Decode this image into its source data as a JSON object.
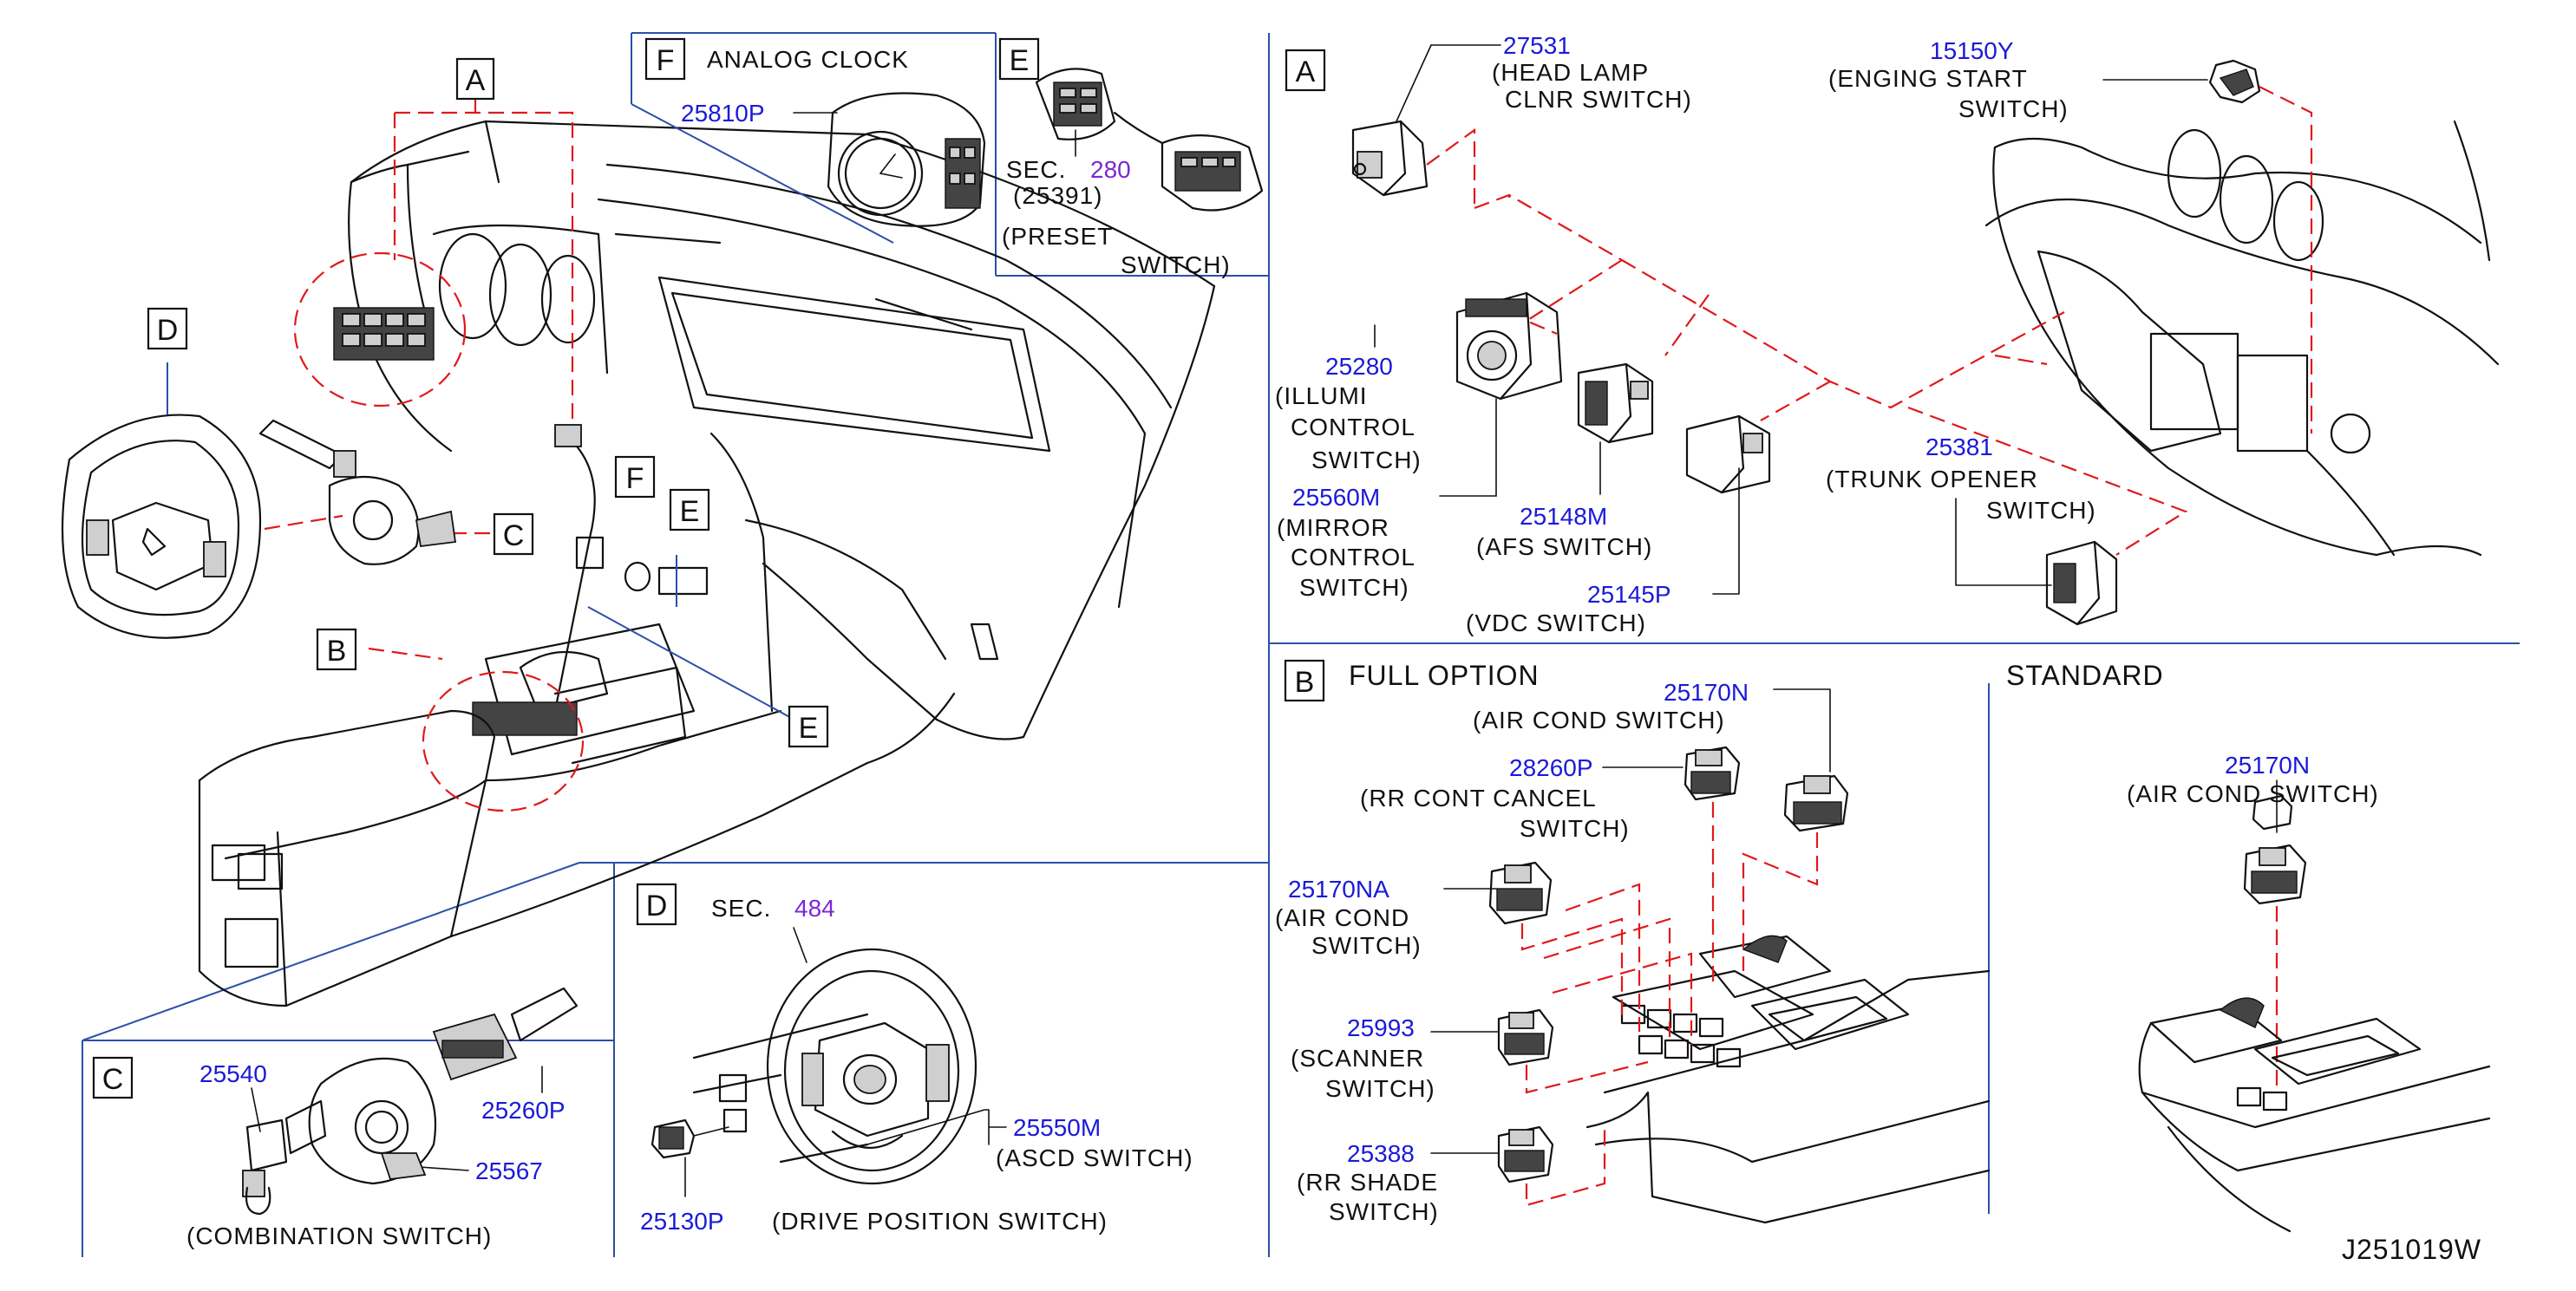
{
  "diagram_code": "J251019W",
  "overview": {
    "callout_A": "A",
    "callout_B": "B",
    "callout_C": "C",
    "callout_D": "D",
    "callout_F": "F",
    "callout_E1": "E",
    "callout_E2": "E"
  },
  "section_F": {
    "letter": "F",
    "title": "ANALOG   CLOCK",
    "part_number": "25810P"
  },
  "section_E": {
    "letter": "E",
    "sec_label": "SEC.",
    "sec_number": "280",
    "sec_sub": "(25391)",
    "label_line1": "(PRESET",
    "label_line2": "SWITCH)"
  },
  "section_A": {
    "letter": "A",
    "head_lamp": {
      "part_number": "27531",
      "line1": "(HEAD   LAMP",
      "line2": "CLNR   SWITCH)"
    },
    "engine_start": {
      "part_number": "15150Y",
      "line1": "(ENGING   START",
      "line2": "SWITCH)"
    },
    "illumi": {
      "part_number": "25280",
      "line1": "(ILLUMI",
      "line2": "CONTROL",
      "line3": "SWITCH)"
    },
    "mirror": {
      "part_number": "25560M",
      "line1": "(MIRROR",
      "line2": "CONTROL",
      "line3": "SWITCH)"
    },
    "afs": {
      "part_number": "25148M",
      "line1": "(AFS   SWITCH)"
    },
    "vdc": {
      "part_number": "25145P",
      "line1": "(VDC   SWITCH)"
    },
    "trunk": {
      "part_number": "25381",
      "line1": "(TRUNK   OPENER",
      "line2": "SWITCH)"
    }
  },
  "section_B": {
    "letter": "B",
    "full_option": "FULL   OPTION",
    "standard": "STANDARD",
    "air_cond_top": {
      "part_number": "25170N",
      "line1": "(AIR   COND   SWITCH)"
    },
    "rr_cont": {
      "part_number": "28260P",
      "line1": "(RR   CONT   CANCEL",
      "line2": "SWITCH)"
    },
    "air_cond_na": {
      "part_number": "25170NA",
      "line1": "(AIR   COND",
      "line2": "SWITCH)"
    },
    "scanner": {
      "part_number": "25993",
      "line1": "(SCANNER",
      "line2": "SWITCH)"
    },
    "rr_shade": {
      "part_number": "25388",
      "line1": "(RR   SHADE",
      "line2": "SWITCH)"
    },
    "std_air_cond": {
      "part_number": "25170N",
      "line1": "(AIR   COND   SWITCH)"
    }
  },
  "section_C": {
    "letter": "C",
    "part_a": "25540",
    "part_b": "25260P",
    "part_c": "25567",
    "label": "(COMBINATION   SWITCH)"
  },
  "section_D": {
    "letter": "D",
    "sec_label": "SEC.",
    "sec_number": "484",
    "part_asc": "25550M",
    "asc_label": "(ASCD   SWITCH)",
    "part_drive": "25130P",
    "drive_label": "(DRIVE   POSITION   SWITCH)"
  }
}
